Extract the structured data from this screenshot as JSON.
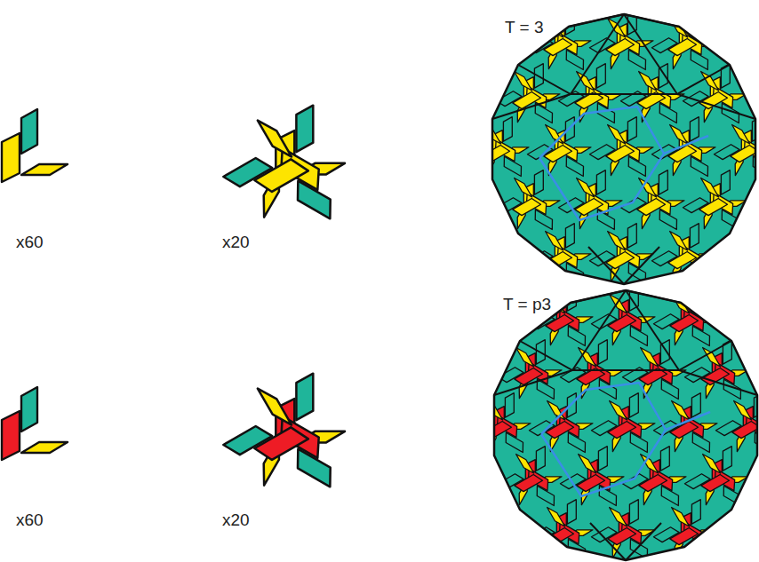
{
  "diagram": {
    "labels": [
      "x60",
      "x20",
      "T = 3",
      "x60",
      "x20",
      "T = p3"
    ]
  }
}
